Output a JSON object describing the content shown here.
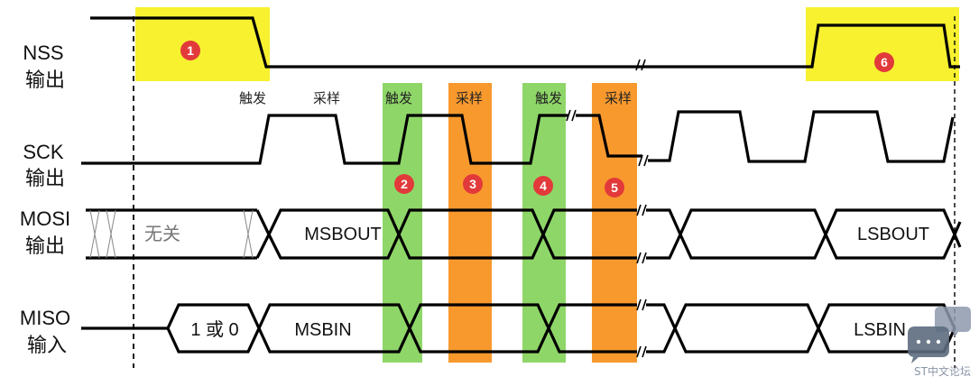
{
  "signals": {
    "nss": {
      "name": "NSS",
      "dir": "输出"
    },
    "sck": {
      "name": "SCK",
      "dir": "输出"
    },
    "mosi": {
      "name": "MOSI",
      "dir": "输出"
    },
    "miso": {
      "name": "MISO",
      "dir": "输入"
    }
  },
  "edge_labels": {
    "trigger": "触发",
    "sample": "采样"
  },
  "bus_text": {
    "mosi_dont_care": "无关",
    "mosi_first": "MSBOUT",
    "mosi_last": "LSBOUT",
    "miso_idle": "1 或 0",
    "miso_first": "MSBIN",
    "miso_last": "LSBIN"
  },
  "markers": [
    "1",
    "2",
    "3",
    "4",
    "5",
    "6"
  ],
  "colors": {
    "nss_highlight": "#f7f130",
    "trigger_band": "#8fd669",
    "sample_band": "#f8992e",
    "marker": "#e23a3a",
    "wave": "#000000"
  },
  "watermark": {
    "text": "ST中文论坛"
  }
}
